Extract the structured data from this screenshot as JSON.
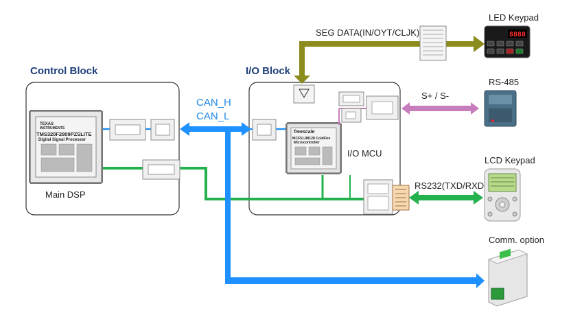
{
  "blocks": {
    "control_title": "Control Block",
    "io_title": "I/O Block",
    "main_dsp": "Main DSP",
    "io_mcu": "I/O MCU"
  },
  "dsp_chip": {
    "brand_line1": "TEXAS",
    "brand_line2": "INSTRUMENTS",
    "part": "TMS320F2809PZSLITE",
    "desc": "Digital Signal Processor"
  },
  "mcu_chip": {
    "brand": "freescale",
    "part": "MCF51JM128 ColdFire",
    "desc": "Microcontroller"
  },
  "bus": {
    "can_h": "CAN_H",
    "can_l": "CAN_L",
    "seg_data": "SEG DATA(IN/OYT/CLJK)",
    "rs485_signal": "S+ / S-",
    "rs232": "RS232(TXD/RXD)"
  },
  "peripherals": {
    "led_keypad": "LED Keypad",
    "led_display": "8888",
    "rs485": "RS-485",
    "lcd_keypad": "LCD Keypad",
    "comm_option": "Comm. option"
  },
  "colors": {
    "can_blue": "#1e90ff",
    "green_line": "#22b14c",
    "olive_bus": "#8c8c1e",
    "pink_bus": "#c77dbb",
    "block_title": "#1f3f7a"
  }
}
